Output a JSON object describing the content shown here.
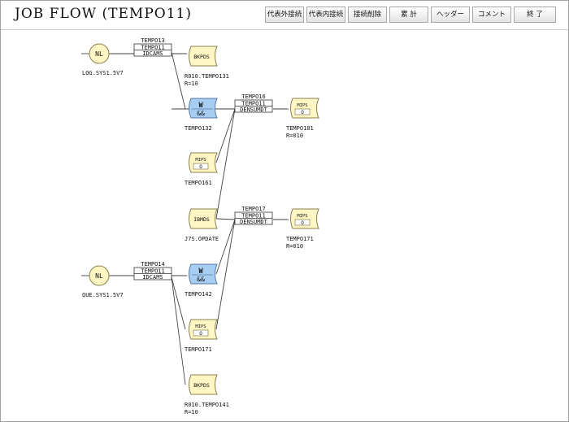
{
  "window": {
    "title": "JOB FLOW (TEMPO11)"
  },
  "toolbar": {
    "buttons": [
      "代表外接続",
      "代表内接続",
      "接続削除",
      "累 計",
      "ヘッダー",
      "コメント",
      "終 了"
    ]
  },
  "flow": {
    "colors": {
      "dataset_fill": "#fff6c4",
      "dataset_stroke": "#8a8050",
      "work_fill": "#a8cdf3",
      "work_stroke": "#5878a0",
      "line": "#444444"
    },
    "steps": [
      {
        "lines": [
          "TEMPO13",
          "TEMPO11",
          "IDCAMS"
        ]
      },
      {
        "lines": [
          "TEMPO16",
          "TEMPO11",
          "DENSUMDT"
        ]
      },
      {
        "lines": [
          "TEMPO17",
          "TEMPO11",
          "DENSUMDT"
        ]
      },
      {
        "lines": [
          "TEMPO14",
          "TEMPO11",
          "IDCAMS"
        ]
      }
    ],
    "nodes": [
      {
        "type": "circle",
        "label": "NL",
        "caption": [
          "LOG.SYS1.5V7"
        ]
      },
      {
        "type": "disk",
        "label": "BKPDS",
        "caption": [
          "R010.TEMPO131",
          "R=10"
        ]
      },
      {
        "type": "work",
        "label": "W",
        "sub": "&&",
        "caption": [
          "TEMPO132"
        ]
      },
      {
        "type": "mips",
        "label": "MIPS",
        "sub": "O",
        "caption": [
          "TEMPO181",
          "R=010"
        ]
      },
      {
        "type": "mips",
        "label": "MIPS",
        "sub": "O",
        "caption": [
          "TEMPO161"
        ]
      },
      {
        "type": "disk",
        "label": "IBMDS",
        "caption": [
          "J7S.OPDATE"
        ]
      },
      {
        "type": "mips",
        "label": "MIPS",
        "sub": "O",
        "caption": [
          "TEMPO171",
          "R=010"
        ]
      },
      {
        "type": "circle",
        "label": "NL",
        "caption": [
          "QUE.SYS1.5V7"
        ]
      },
      {
        "type": "work",
        "label": "W",
        "sub": "&&",
        "caption": [
          "TEMPO142"
        ]
      },
      {
        "type": "mips",
        "label": "MIPS",
        "sub": "O",
        "caption": [
          "TEMPO171"
        ]
      },
      {
        "type": "disk",
        "label": "BKPDS",
        "caption": [
          "R010.TEMPO141",
          "R=10"
        ]
      }
    ]
  }
}
